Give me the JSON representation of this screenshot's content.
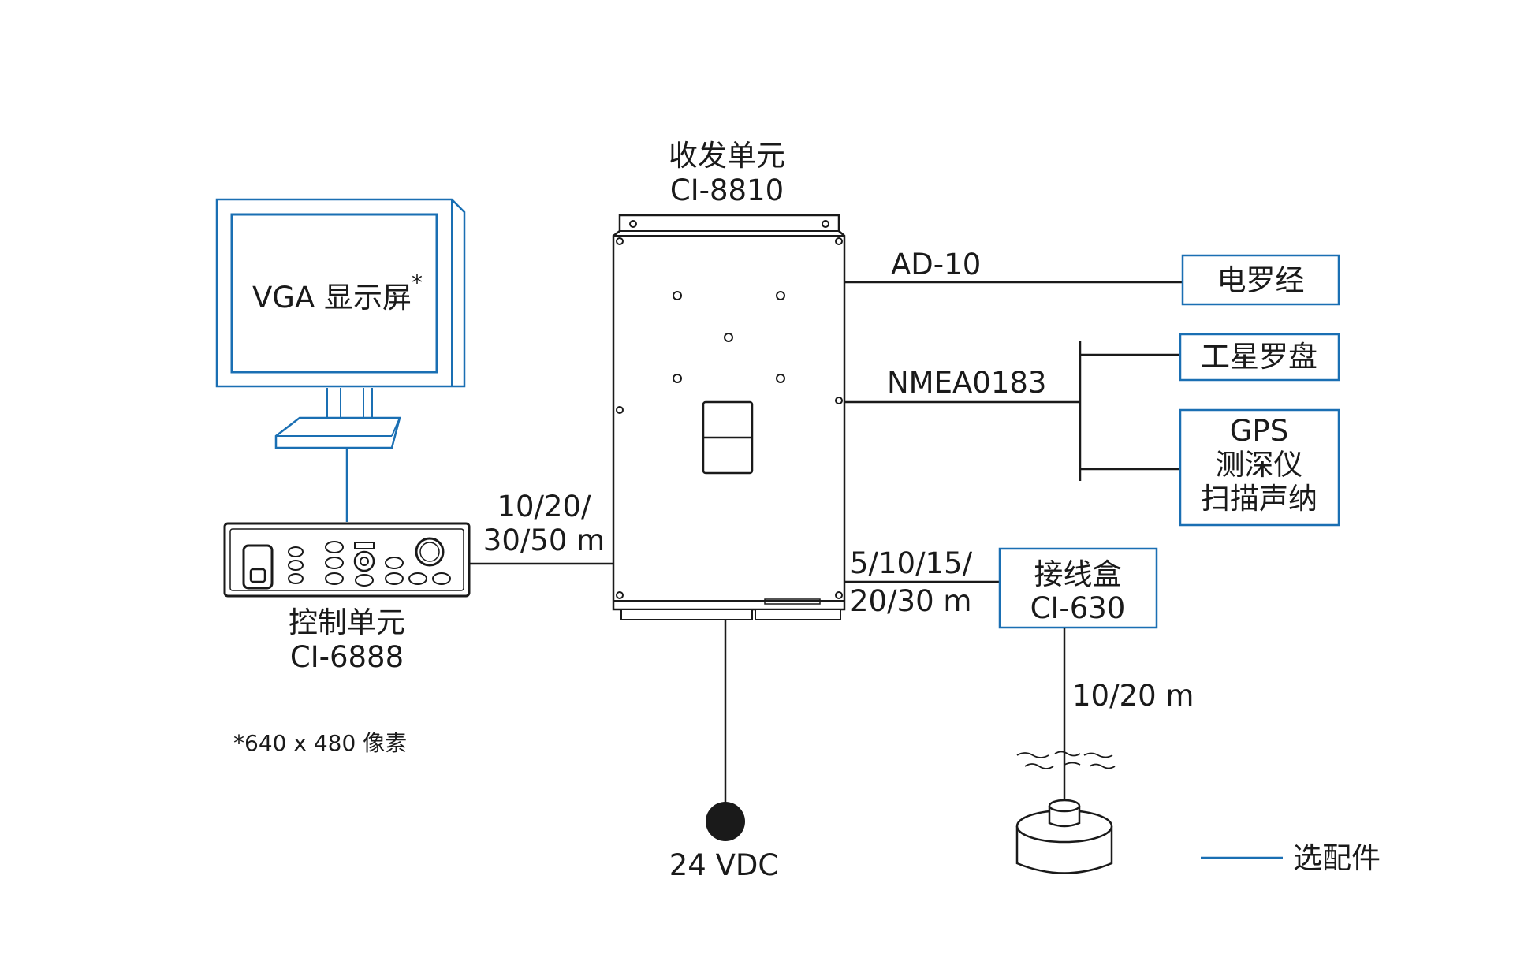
{
  "transceiver": {
    "title": "收发单元",
    "model": "CI-8810"
  },
  "display": {
    "label": "VGA 显示屏",
    "mark": "*"
  },
  "control": {
    "title": "控制单元",
    "model": "CI-6888"
  },
  "footnote": "*640 x 480 像素",
  "cable_control": {
    "line1": "10/20/",
    "line2": "30/50 m"
  },
  "cable_gyro": "AD-10",
  "cable_nmea": "NMEA0183",
  "cable_junction": {
    "line1": "5/10/15/",
    "line2": "20/30 m"
  },
  "cable_transducer": "10/20 m",
  "gyro": "电罗经",
  "satellite_compass": "工星罗盘",
  "nav_devices": {
    "line1": "GPS",
    "line2": "测深仪",
    "line3": "扫描声纳"
  },
  "junction_box": {
    "title": "接线盒",
    "model": "CI-630"
  },
  "power": "24 VDC",
  "legend": {
    "label": "选配件",
    "color": "#1a6fb3"
  },
  "colors": {
    "optional": "#1a6fb3",
    "standard": "#1a1a1a"
  }
}
